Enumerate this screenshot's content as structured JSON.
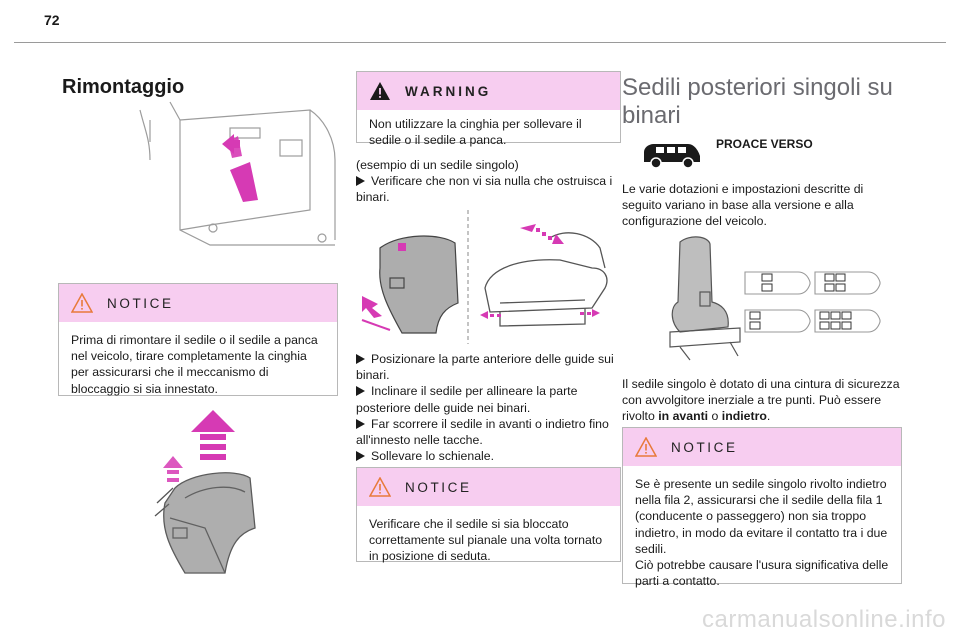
{
  "page_number": "72",
  "left_column": {
    "title": "Rimontaggio",
    "notice": {
      "header": "NOTICE",
      "text": "Prima di rimontare il sedile o il sedile a panca nel veicolo, tirare completamente la cinghia per assicurarsi che il meccanismo di bloccaggio si sia innestato."
    }
  },
  "middle_column": {
    "warning": {
      "header": "WARNING",
      "text": "Non utilizzare la cinghia per sollevare il sedile o il sedile a panca."
    },
    "example_note": "(esempio di un sedile singolo)",
    "step_check": "Verificare che non vi sia nulla che ostruisca i binari.",
    "steps": [
      "Posizionare la parte anteriore delle guide sui binari.",
      "Inclinare il sedile per allineare la parte posteriore delle guide nei binari.",
      "Far scorrere il sedile in avanti o indietro fino all'innesto nelle tacche.",
      "Sollevare lo schienale."
    ],
    "notice": {
      "header": "NOTICE",
      "text": "Verificare che il sedile si sia bloccato correttamente sul pianale una volta tornato in posizione di seduta."
    }
  },
  "right_column": {
    "title": "Sedili posteriori singoli su binari",
    "vehicle_label": "PROACE VERSO",
    "intro": "Le varie dotazioni e impostazioni descritte di seguito variano in base alla versione e alla configurazione del veicolo.",
    "seat_desc_start": "Il sedile singolo è dotato di una cintura di sicurezza con avvolgitore inerziale a tre punti. Può essere rivolto ",
    "seat_desc_bold1": "in avanti",
    "seat_desc_mid": " o ",
    "seat_desc_bold2": "indietro",
    "seat_desc_end": ".",
    "notice": {
      "header": "NOTICE",
      "text_lines": [
        "Se è presente un sedile singolo rivolto indietro nella fila 2, assicurarsi che il sedile della fila 1 (conducente o passeggero) non sia troppo indietro, in modo da evitare il contatto tra i due sedili.",
        "Ciò potrebbe causare l'usura significativa delle parti a contatto."
      ]
    }
  },
  "watermark": "carmanualsonline.info",
  "colors": {
    "notice_bg": "#f7cdf0",
    "warning_bg": "#f7cdf0",
    "accent_magenta": "#d63ab4",
    "notice_icon": "#e87a3a"
  }
}
